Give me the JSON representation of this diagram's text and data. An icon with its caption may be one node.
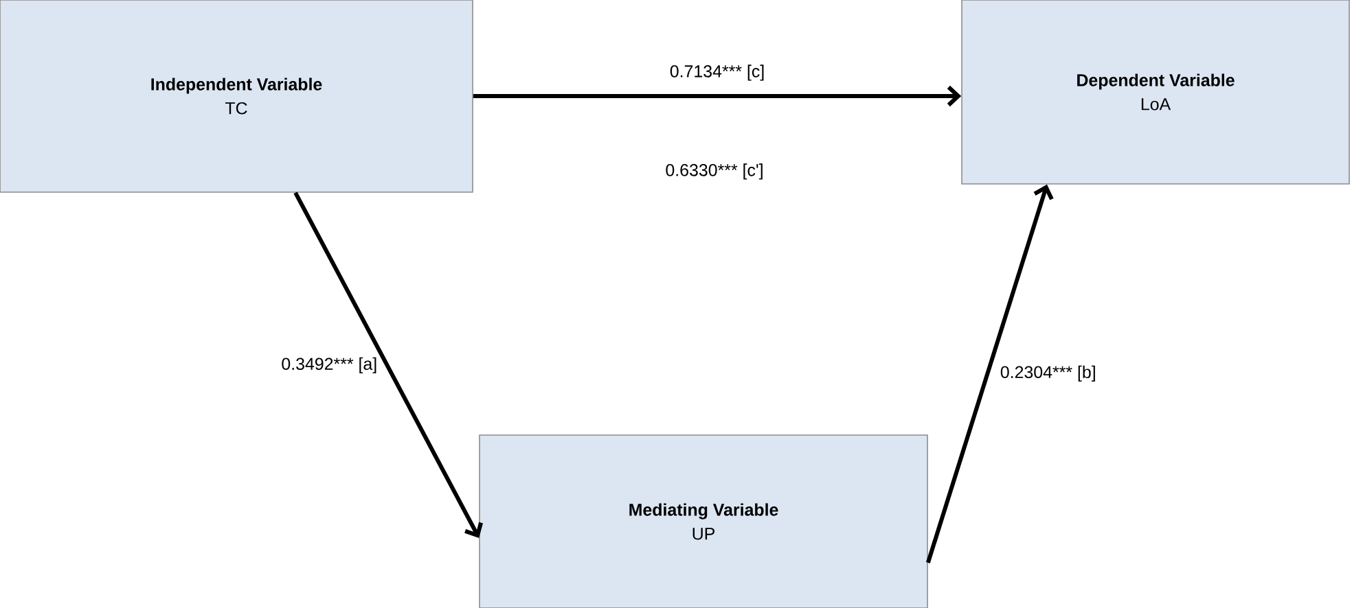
{
  "diagram": {
    "nodes": [
      {
        "text": [
          "Independent Variable",
          "TC"
        ]
      },
      {
        "text": [
          "Dependent Variable",
          "LoA"
        ]
      },
      {
        "text": [
          "Mediating Variable",
          "UP"
        ]
      }
    ],
    "edges": [
      {
        "from": 0,
        "to": 1,
        "arrow": "to",
        "label": "0.7134*** [c]"
      },
      {
        "from": 0,
        "to": 2,
        "arrow": "to",
        "label": "0.3492*** [a]"
      },
      {
        "from": 2,
        "to": 1,
        "arrow": "to",
        "label": "0.2304*** [b]"
      }
    ],
    "labels": [
      "0.6330*** [c']"
    ]
  }
}
